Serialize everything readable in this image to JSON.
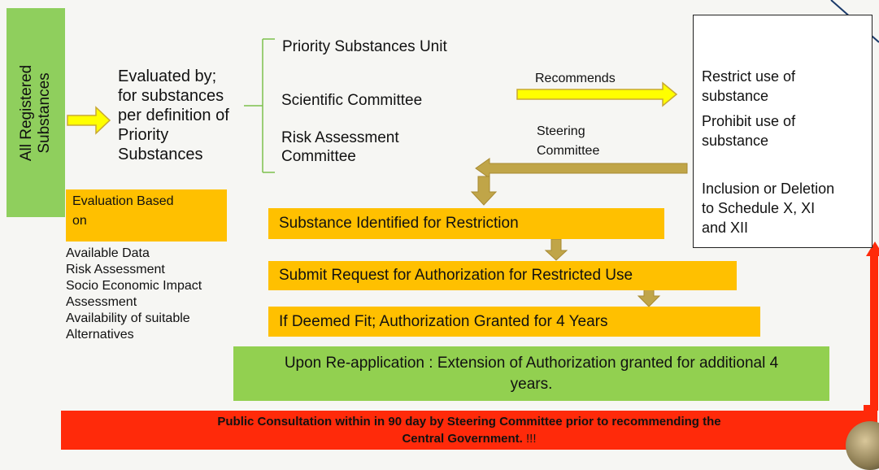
{
  "registered_label": "All Registered\nSubstances",
  "evaluated_text": "Evaluated by;\nfor substances\nper definition of\nPriority\nSubstances",
  "committees": [
    "Priority Substances Unit",
    "Scientific Committee",
    "Risk Assessment\nCommittee"
  ],
  "evaluation_basis": {
    "label": "Evaluation Based\non",
    "criteria": "Available Data\nRisk Assessment\nSocio Economic Impact\nAssessment\nAvailability of suitable\nAlternatives"
  },
  "recommends_label": "Recommends",
  "steering_label": "Steering\nCommittee",
  "outcomes": [
    "Restrict use of\nsubstance",
    "Prohibit use of\nsubstance",
    "Inclusion or Deletion\nto Schedule X, XI\nand XII"
  ],
  "steps": [
    "Substance Identified for Restriction",
    "Submit Request for Authorization for Restricted Use",
    "If Deemed Fit; Authorization Granted for 4 Years"
  ],
  "extension_text": "Upon Re-application : Extension of Authorization granted for additional 4 years.",
  "public_consultation": {
    "line1": "Public Consultation within in 90 day by Steering Committee prior to recommending the",
    "line2": "Central Government.",
    "suffix": "!!!"
  },
  "colors": {
    "green": "#92d050",
    "orange": "#ffc000",
    "red": "#ff2a0a",
    "yellow_arrow": "#ffff00",
    "tan_arrow": "#c0a548"
  }
}
